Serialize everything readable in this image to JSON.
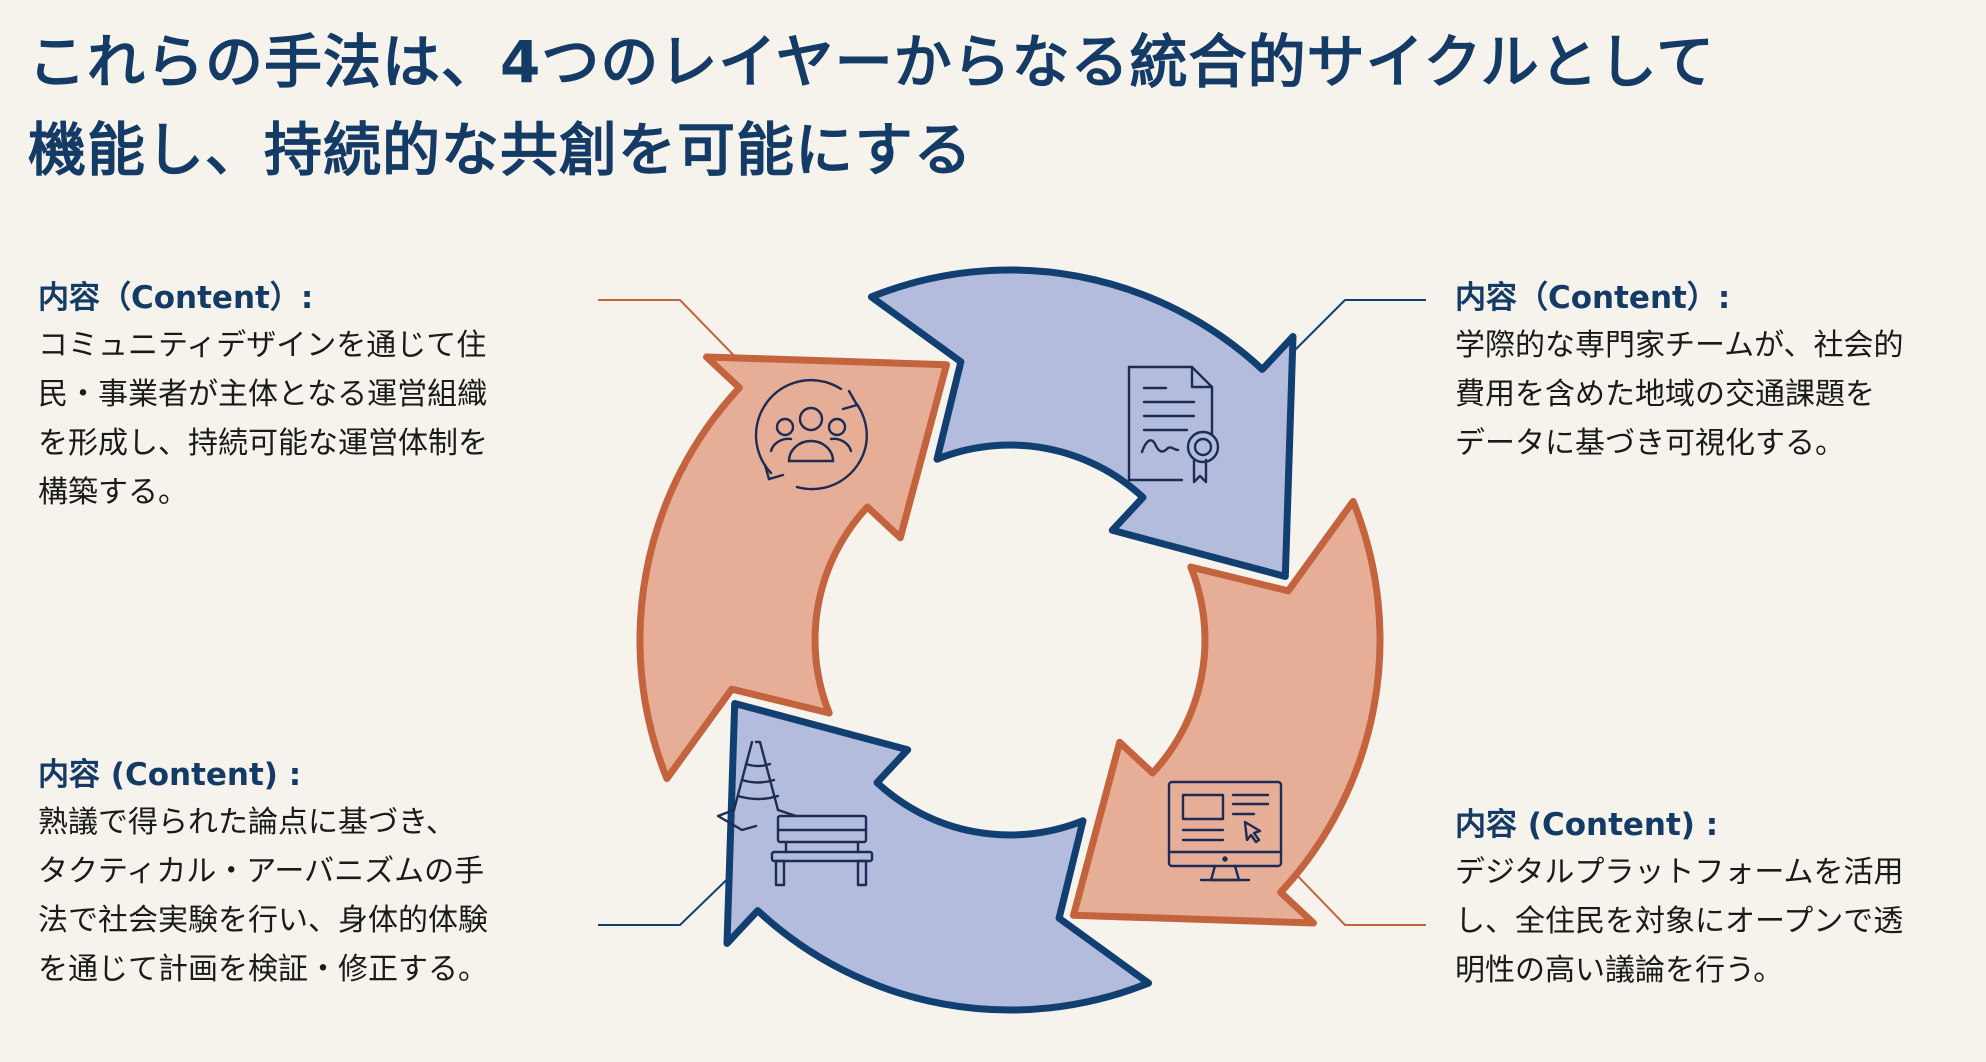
{
  "title": {
    "lines": [
      "これらの手法は、4つのレイヤーからなる統合的サイクルとして",
      "機能し、持続的な共創を可能にする"
    ]
  },
  "colors": {
    "title": "#143a66",
    "orange_fill": "#e6ae96",
    "orange_stroke": "#c4643f",
    "blue_fill": "#b3bcdc",
    "blue_stroke": "#123f72",
    "icon_stroke": "#1c2c55",
    "background": "#f6f3ec"
  },
  "layers": [
    {
      "position": "top-left",
      "icon": "community-cycle-icon",
      "label": "内容（Content）:",
      "body": [
        "コミュニティデザインを通じて住",
        "民・事業者が主体となる運営組織",
        "を形成し、持続可能な運営体制を",
        "構築する。"
      ]
    },
    {
      "position": "top-right",
      "icon": "certificate-document-icon",
      "label": "内容（Content）:",
      "body": [
        "学際的な専門家チームが、社会的",
        "費用を含めた地域の交通課題を",
        "データに基づき可視化する。"
      ]
    },
    {
      "position": "bottom-right",
      "icon": "computer-monitor-icon",
      "label": "内容 (Content) :",
      "body": [
        "デジタルプラットフォームを活用",
        "し、全住民を対象にオープンで透",
        "明性の高い議論を行う。"
      ]
    },
    {
      "position": "bottom-left",
      "icon": "traffic-cone-bench-icon",
      "label": "内容 (Content) :",
      "body": [
        "熟議で得られた論点に基づき、",
        "タクティカル・アーバニズムの手",
        "法で社会実験を行い、身体的体験",
        "を通じて計画を検証・修正する。"
      ]
    }
  ]
}
